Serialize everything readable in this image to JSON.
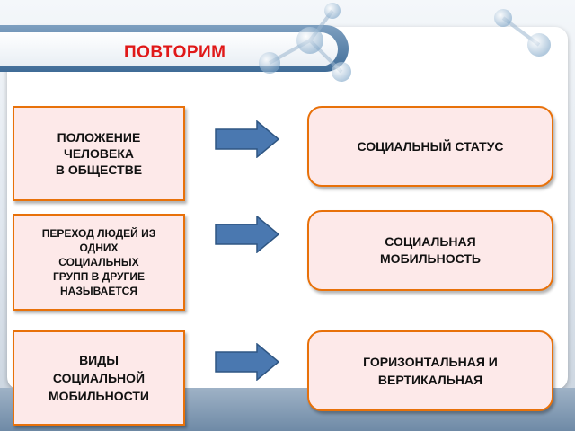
{
  "slide": {
    "title": "ПОВТОРИМ",
    "colors": {
      "title": "#e01818",
      "box_fill": "#fde9e9",
      "box_border": "#e8710a",
      "arrow": "#4a78b0",
      "header_bar": "#3f6c97"
    }
  },
  "rows": [
    {
      "term": "ПОЛОЖЕНИЕ\nЧЕЛОВЕКА\nВ ОБЩЕСТВЕ",
      "answer": "СОЦИАЛЬНЫЙ  СТАТУС"
    },
    {
      "term": "ПЕРЕХОД  ЛЮДЕЙ ИЗ\nОДНИХ\nСОЦИАЛЬНЫХ\nГРУПП  В ДРУГИЕ\nНАЗЫВАЕТСЯ",
      "answer": "СОЦИАЛЬНАЯ\nМОБИЛЬНОСТЬ"
    },
    {
      "term": "ВИДЫ\nСОЦИАЛЬНОЙ\nМОБИЛЬНОСТИ",
      "answer": "ГОРИЗОНТАЛЬНАЯ  И\nВЕРТИКАЛЬНАЯ"
    }
  ],
  "icons": {
    "arrow": "right-arrow-icon",
    "decoration": "molecule-graphic"
  }
}
